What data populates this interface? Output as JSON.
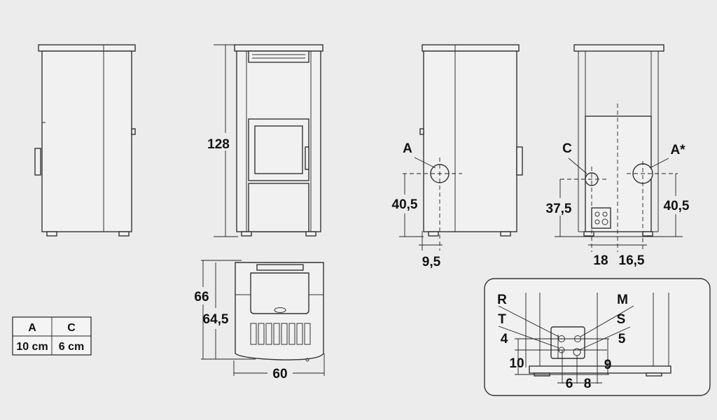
{
  "views": {
    "front": {
      "height_label": "128"
    },
    "side_right": {
      "outlet_label": "A",
      "outlet_height": "40,5",
      "outlet_offset": "9,5"
    },
    "back": {
      "c_label": "C",
      "a_label": "A*",
      "c_height": "37,5",
      "a_height": "40,5",
      "c_offset": "18",
      "a_offset": "16,5"
    },
    "top": {
      "depth_total": "66",
      "depth_body": "64,5",
      "width": "60"
    },
    "detail": {
      "labels": {
        "r": "R",
        "t": "T",
        "m": "M",
        "s": "S"
      },
      "dims": {
        "d4": "4",
        "d10": "10",
        "d5": "5",
        "d9": "9",
        "d6": "6",
        "d8": "8"
      }
    }
  },
  "table": {
    "headers": [
      "A",
      "C"
    ],
    "values": [
      "10 cm",
      "6 cm"
    ]
  }
}
